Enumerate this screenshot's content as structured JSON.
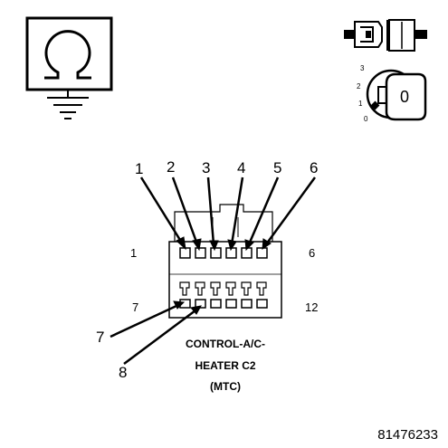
{
  "callouts": [
    "1",
    "2",
    "3",
    "4",
    "5",
    "6",
    "7",
    "8"
  ],
  "row_labels": {
    "top_left": "1",
    "top_right": "6",
    "bottom_left": "7",
    "bottom_right": "12"
  },
  "caption": {
    "line1": "CONTROL-A/C-",
    "line2": "HEATER C2",
    "line3": "(MTC)"
  },
  "part_number": "81476233",
  "ignition_key": {
    "positions": [
      "3",
      "2",
      "1",
      "0"
    ],
    "face_label": "0"
  },
  "icons": [
    "ohmmeter-ground-icon",
    "connector-disconnect-icon",
    "ignition-key-icon"
  ],
  "colors": {
    "ink": "#000000",
    "background": "#ffffff"
  }
}
